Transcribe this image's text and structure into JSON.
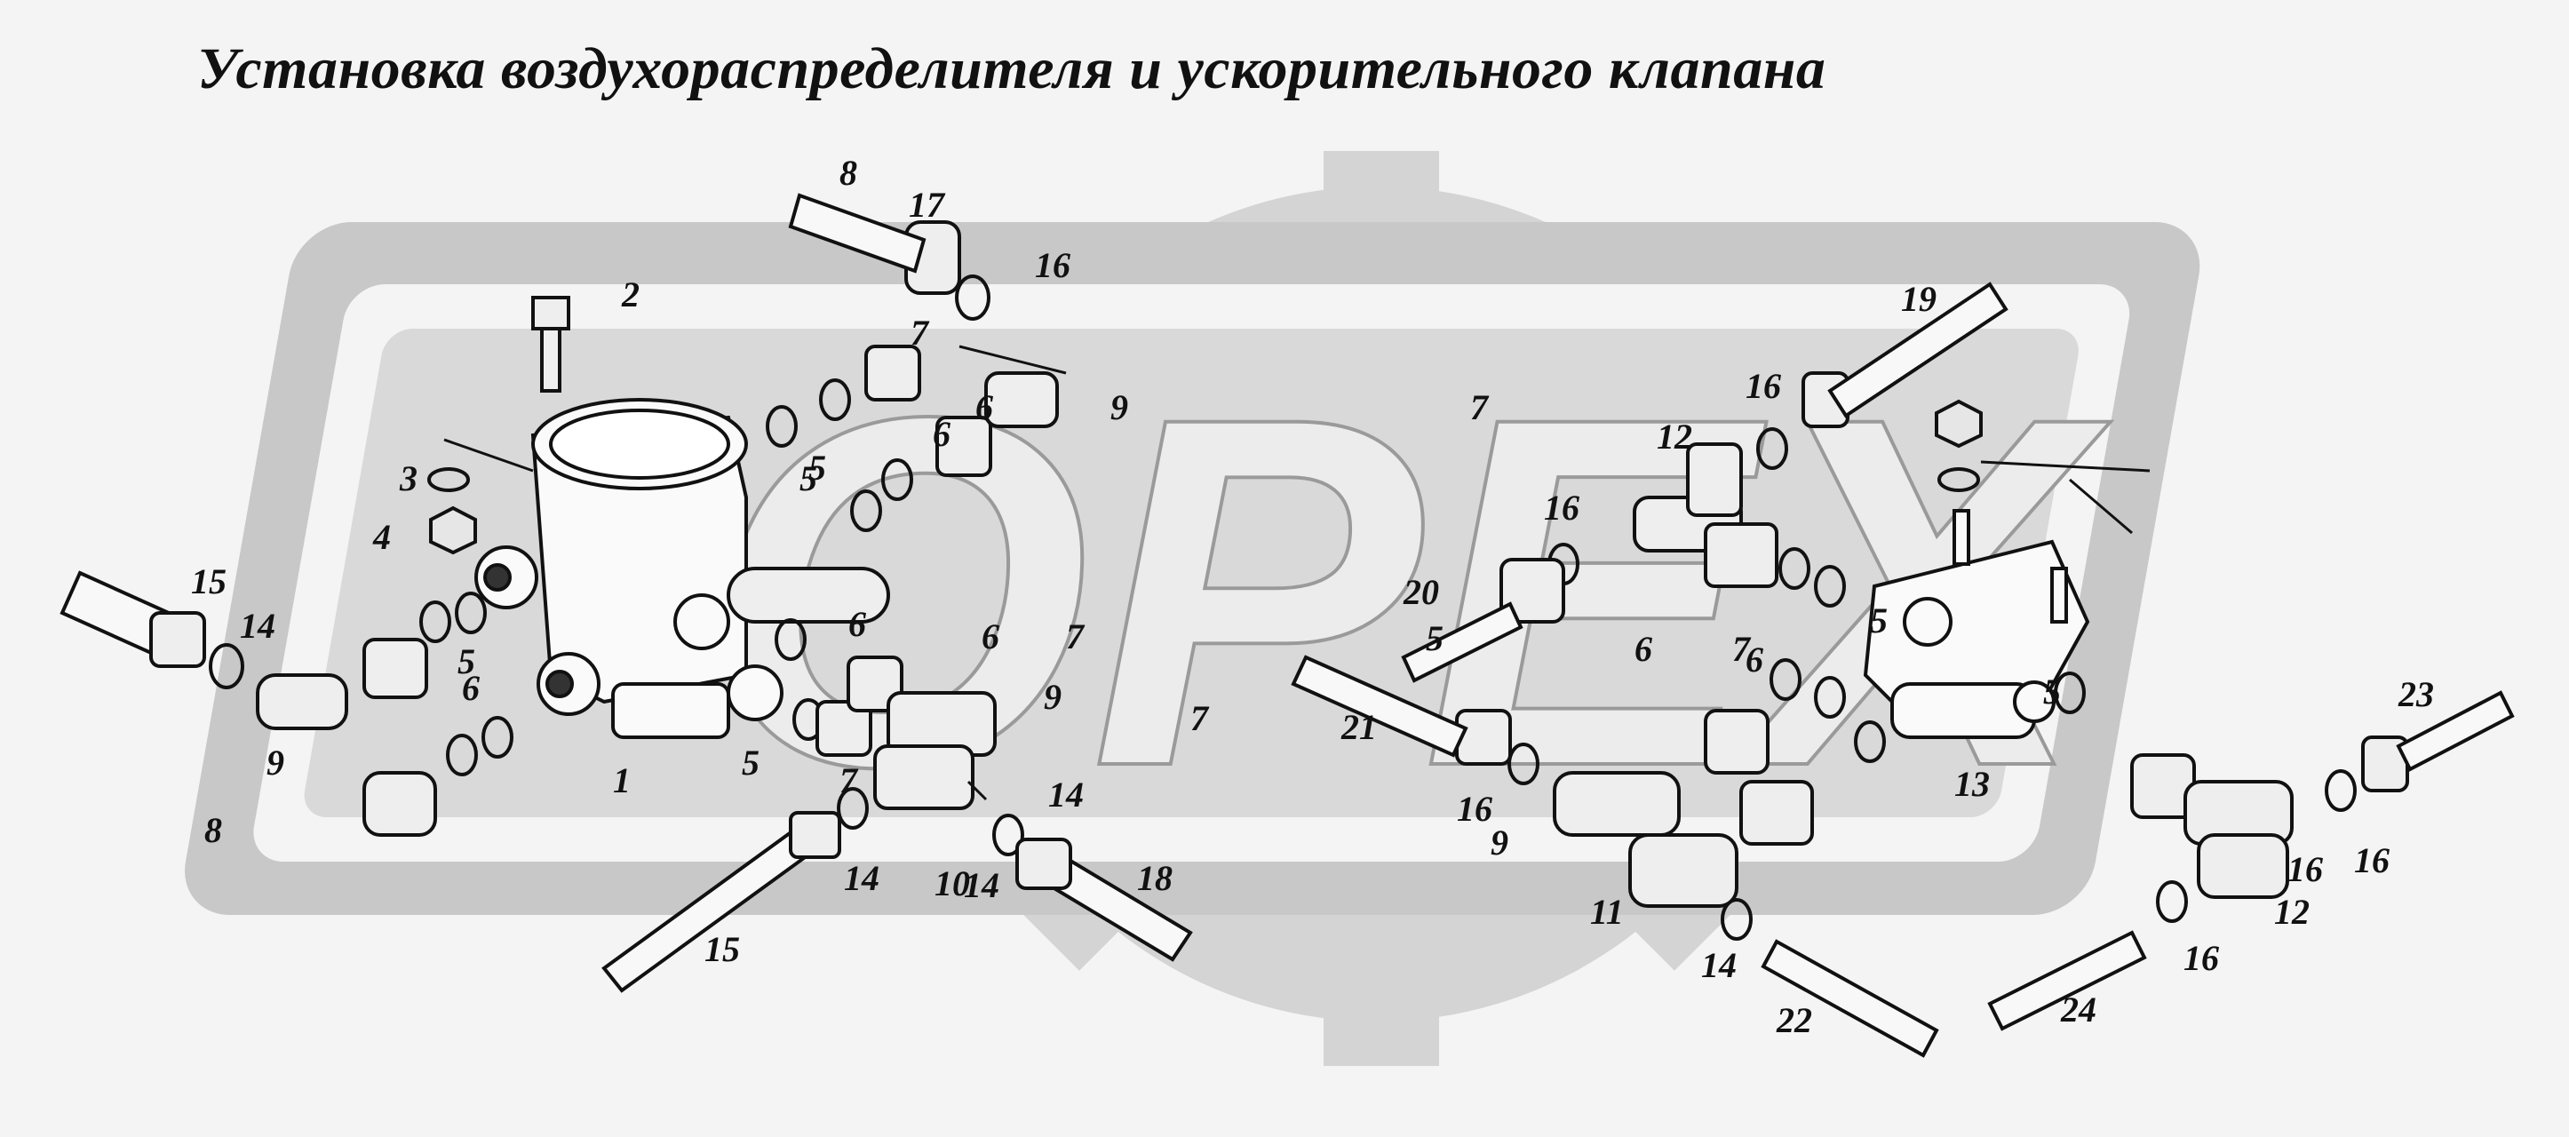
{
  "title": "Установка воздухораспределителя и ускорительного клапана",
  "watermark": {
    "text": "OPEX",
    "color": "#cfcfcf"
  },
  "callouts": [
    "1",
    "2",
    "3",
    "4",
    "5",
    "5",
    "5",
    "5",
    "5",
    "5",
    "5",
    "6",
    "6",
    "6",
    "6",
    "6",
    "6",
    "6",
    "7",
    "7",
    "7",
    "7",
    "7",
    "7",
    "8",
    "8",
    "9",
    "9",
    "9",
    "9",
    "10",
    "11",
    "12",
    "12",
    "13",
    "14",
    "14",
    "14",
    "14",
    "14",
    "15",
    "15",
    "16",
    "16",
    "16",
    "16",
    "16",
    "16",
    "16",
    "17",
    "18",
    "19",
    "20",
    "21",
    "22",
    "23",
    "24"
  ]
}
